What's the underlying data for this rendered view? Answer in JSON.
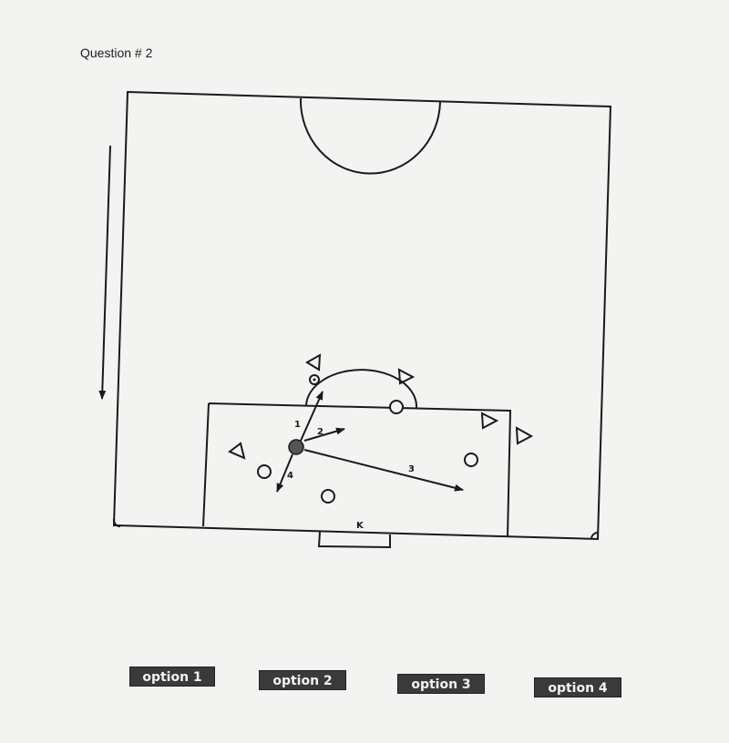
{
  "question": {
    "title": "Question # 2"
  },
  "diagram": {
    "pass_labels": [
      "1",
      "2",
      "3",
      "4"
    ],
    "goal_label": "K",
    "stroke_color": "#1a1a1a"
  },
  "options": [
    {
      "label": "option 1"
    },
    {
      "label": "option 2"
    },
    {
      "label": "option 3"
    },
    {
      "label": "option 4"
    }
  ]
}
